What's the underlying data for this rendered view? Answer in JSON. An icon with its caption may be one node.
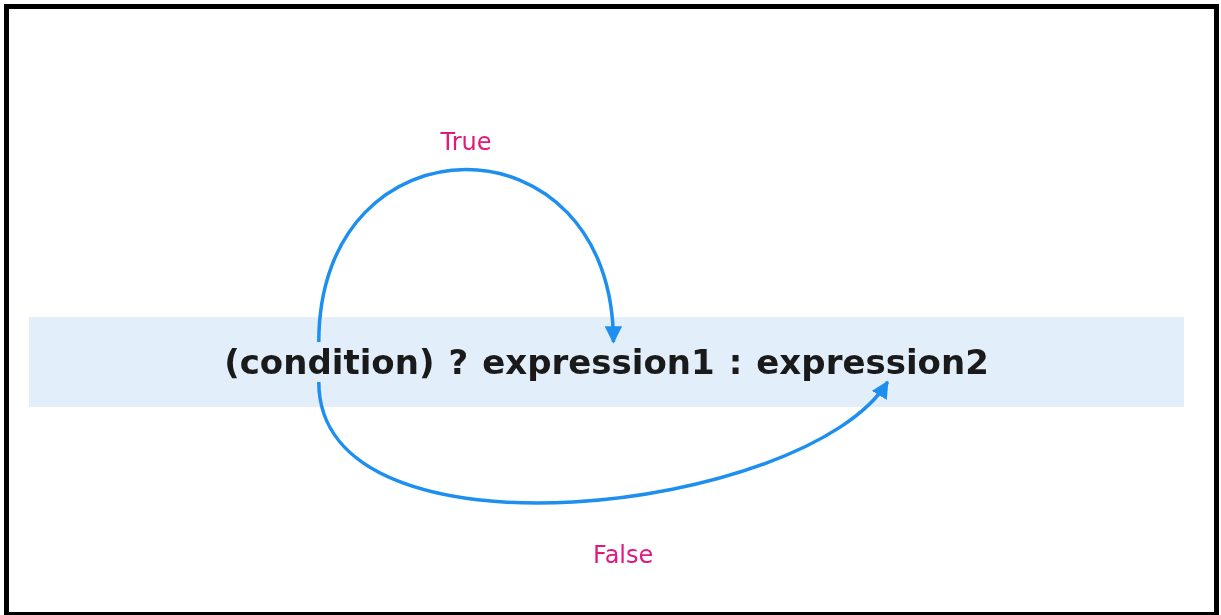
{
  "diagram": {
    "nodes": [
      {
        "text": [],
        "shape": "bar"
      },
      {
        "text": [
          "(condition)"
        ],
        "in": 0
      },
      {
        "text": [
          "expression1"
        ],
        "in": 0
      },
      {
        "text": [
          "expression2"
        ],
        "in": 0
      }
    ],
    "edges": [
      {
        "from": 1,
        "to": 2,
        "arrow": "to",
        "label": "True"
      },
      {
        "from": 1,
        "to": 3,
        "arrow": "to",
        "label": "False"
      }
    ],
    "labels": [
      "?",
      ":"
    ]
  }
}
